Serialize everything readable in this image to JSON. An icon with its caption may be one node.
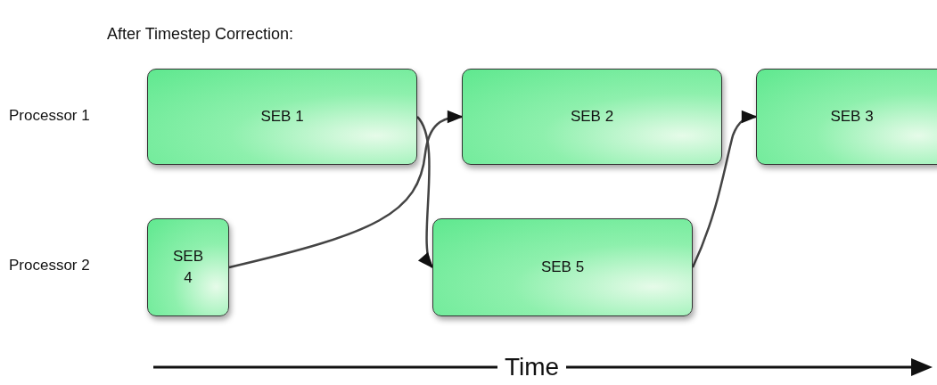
{
  "diagram": {
    "title": "After Timestep Correction:",
    "nodes": [
      {
        "text": [
          "SEB 1"
        ]
      },
      {
        "text": [
          "SEB 2"
        ]
      },
      {
        "text": [
          "SEB 3"
        ]
      },
      {
        "text": [
          "SEB 4"
        ]
      },
      {
        "text": [
          "SEB 5"
        ]
      }
    ],
    "edges": [
      {
        "from": 0,
        "to": 4,
        "arrow": "to"
      },
      {
        "from": 3,
        "to": 1,
        "arrow": "to"
      },
      {
        "from": 4,
        "to": 2,
        "arrow": "to"
      }
    ],
    "labels": [
      "Processor 1",
      "Processor 2",
      "Time"
    ]
  }
}
